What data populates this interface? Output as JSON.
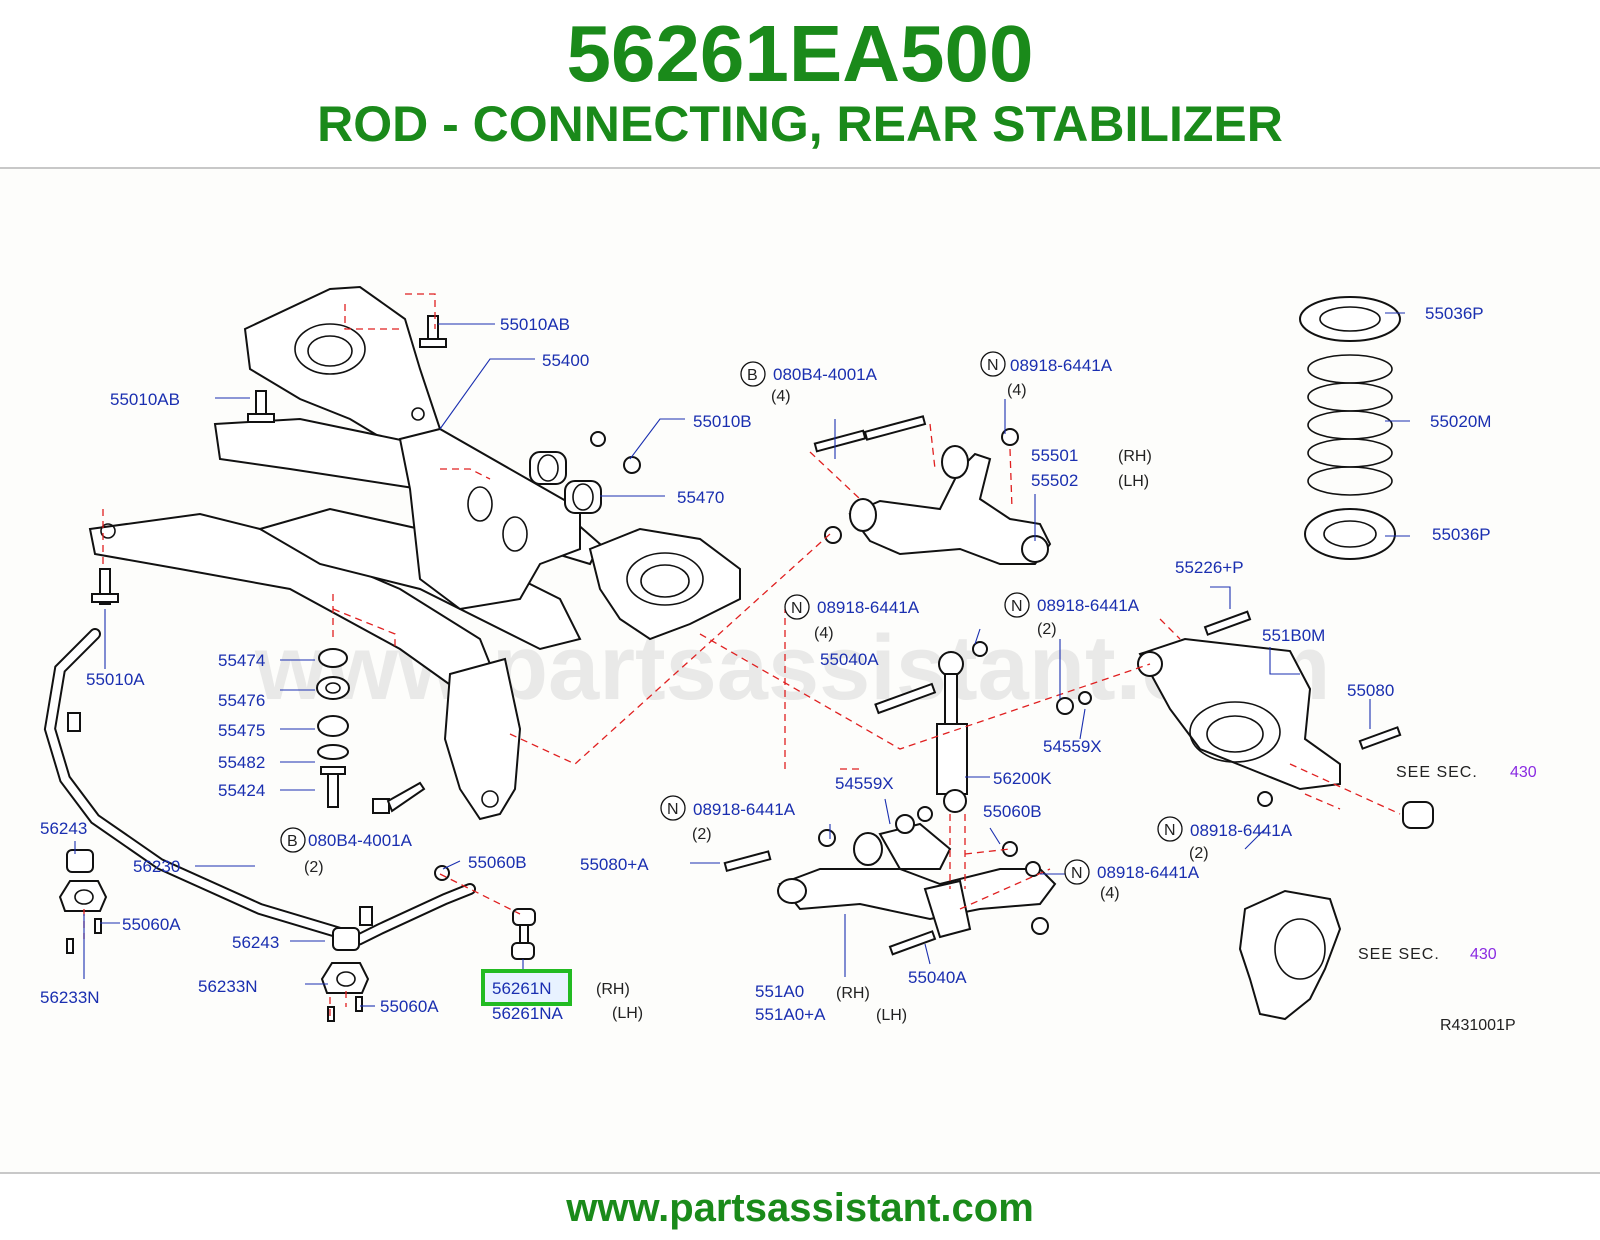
{
  "header": {
    "part_number": "56261EA500",
    "description": "ROD - CONNECTING, REAR STABILIZER"
  },
  "watermark": "www.partsassistant.com",
  "footer": {
    "url": "www.partsassistant.com"
  },
  "diagram": {
    "code": "R431001P",
    "highlight_color": "#22bb22",
    "see_text": "SEE SEC.",
    "see_sec_number": "430",
    "labels": {
      "l55010AB_top": "55010AB",
      "l55400": "55400",
      "l55010AB_left": "55010AB",
      "l55010B": "55010B",
      "l55470": "55470",
      "l55010A": "55010A",
      "l55474": "55474",
      "l55476": "55476",
      "l55475": "55475",
      "l55482": "55482",
      "l55424": "55424",
      "l56243_a": "56243",
      "l56230": "56230",
      "l55060A_a": "55060A",
      "l56233N_a": "56233N",
      "l56243_b": "56243",
      "l56233N_b": "56233N",
      "l55060A_b": "55060A",
      "l080B4_lower": "080B4-4001A",
      "l080B4_lower_qty": "(2)",
      "l55060B_a": "55060B",
      "l56261N": "56261N",
      "l56261N_side": "(RH)",
      "l56261NA": "56261NA",
      "l56261NA_side": "(LH)",
      "l080B4_upper": "080B4-4001A",
      "l080B4_upper_qty": "(4)",
      "l08918_top": "08918-6441A",
      "l08918_top_qty": "(4)",
      "l55501": "55501",
      "l55501_side": "(RH)",
      "l55502": "55502",
      "l55502_side": "(LH)",
      "l55036P_top": "55036P",
      "l55020M": "55020M",
      "l55036P_bottom": "55036P",
      "l08918_mid": "08918-6441A",
      "l08918_mid_qty": "(4)",
      "l55040A_a": "55040A",
      "l08918_mid2": "08918-6441A",
      "l08918_mid2_qty": "(2)",
      "l55226P": "55226+P",
      "l551B0M": "551B0M",
      "l55080": "55080",
      "l54559X_a": "54559X",
      "l54559X_b": "54559X",
      "l56200K": "56200K",
      "l08918_low": "08918-6441A",
      "l08918_low_qty": "(2)",
      "l55080A": "55080+A",
      "l55060B_b": "55060B",
      "l08918_low2": "08918-6441A",
      "l08918_low2_qty": "(4)",
      "l08918_right": "08918-6441A",
      "l08918_right_qty": "(2)",
      "l551A0": "551A0",
      "l551A0_side": "(RH)",
      "l551A0A": "551A0+A",
      "l551A0A_side": "(LH)",
      "l55040A_b": "55040A",
      "letter_b": "B",
      "letter_n": "N"
    }
  }
}
